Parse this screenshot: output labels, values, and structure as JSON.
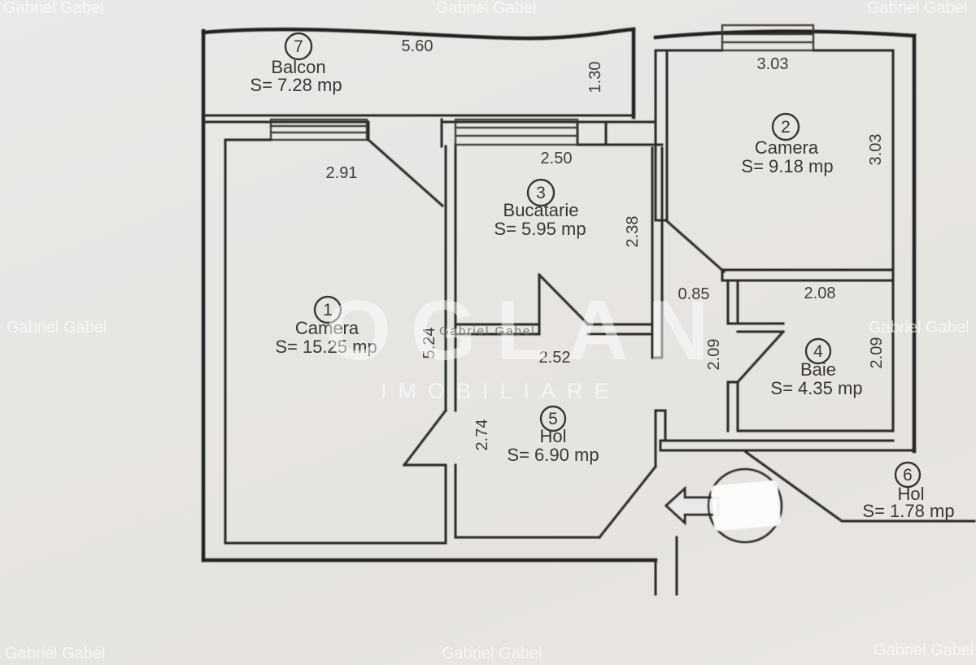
{
  "plan": {
    "agent_watermark": "Gabriel Gabel",
    "agency_watermark": {
      "name": "OGLAN",
      "subtitle": "IMOBILIARE"
    },
    "rooms": [
      {
        "no": "7",
        "name": "Balcon",
        "area": "S= 7.28 mp"
      },
      {
        "no": "2",
        "name": "Camera",
        "area": "S= 9.18 mp"
      },
      {
        "no": "3",
        "name": "Bucatarie",
        "area": "S= 5.95 mp"
      },
      {
        "no": "1",
        "name": "Camera",
        "area": "S= 15.25 mp"
      },
      {
        "no": "4",
        "name": "Baie",
        "area": "S= 4.35 mp"
      },
      {
        "no": "5",
        "name": "Hol",
        "area": "S= 6.90 mp"
      },
      {
        "no": "6",
        "name": "Hol",
        "area": "S= 1.78 mp"
      }
    ],
    "dimensions": {
      "balcon_width": "5.60",
      "balcon_depth": "1.30",
      "camera2_width": "3.03",
      "camera2_depth": "3.03",
      "camera1_window": "2.91",
      "camera1_depth": "5.24",
      "bucatarie_width": "2.50",
      "bucatarie_depth": "2.38",
      "bucatarie_bottom": "2.52",
      "pasaj_width": "0.85",
      "baie_width": "2.08",
      "baie_depth_left": "2.09",
      "baie_depth_right": "2.09",
      "hol_depth": "2.74"
    }
  }
}
